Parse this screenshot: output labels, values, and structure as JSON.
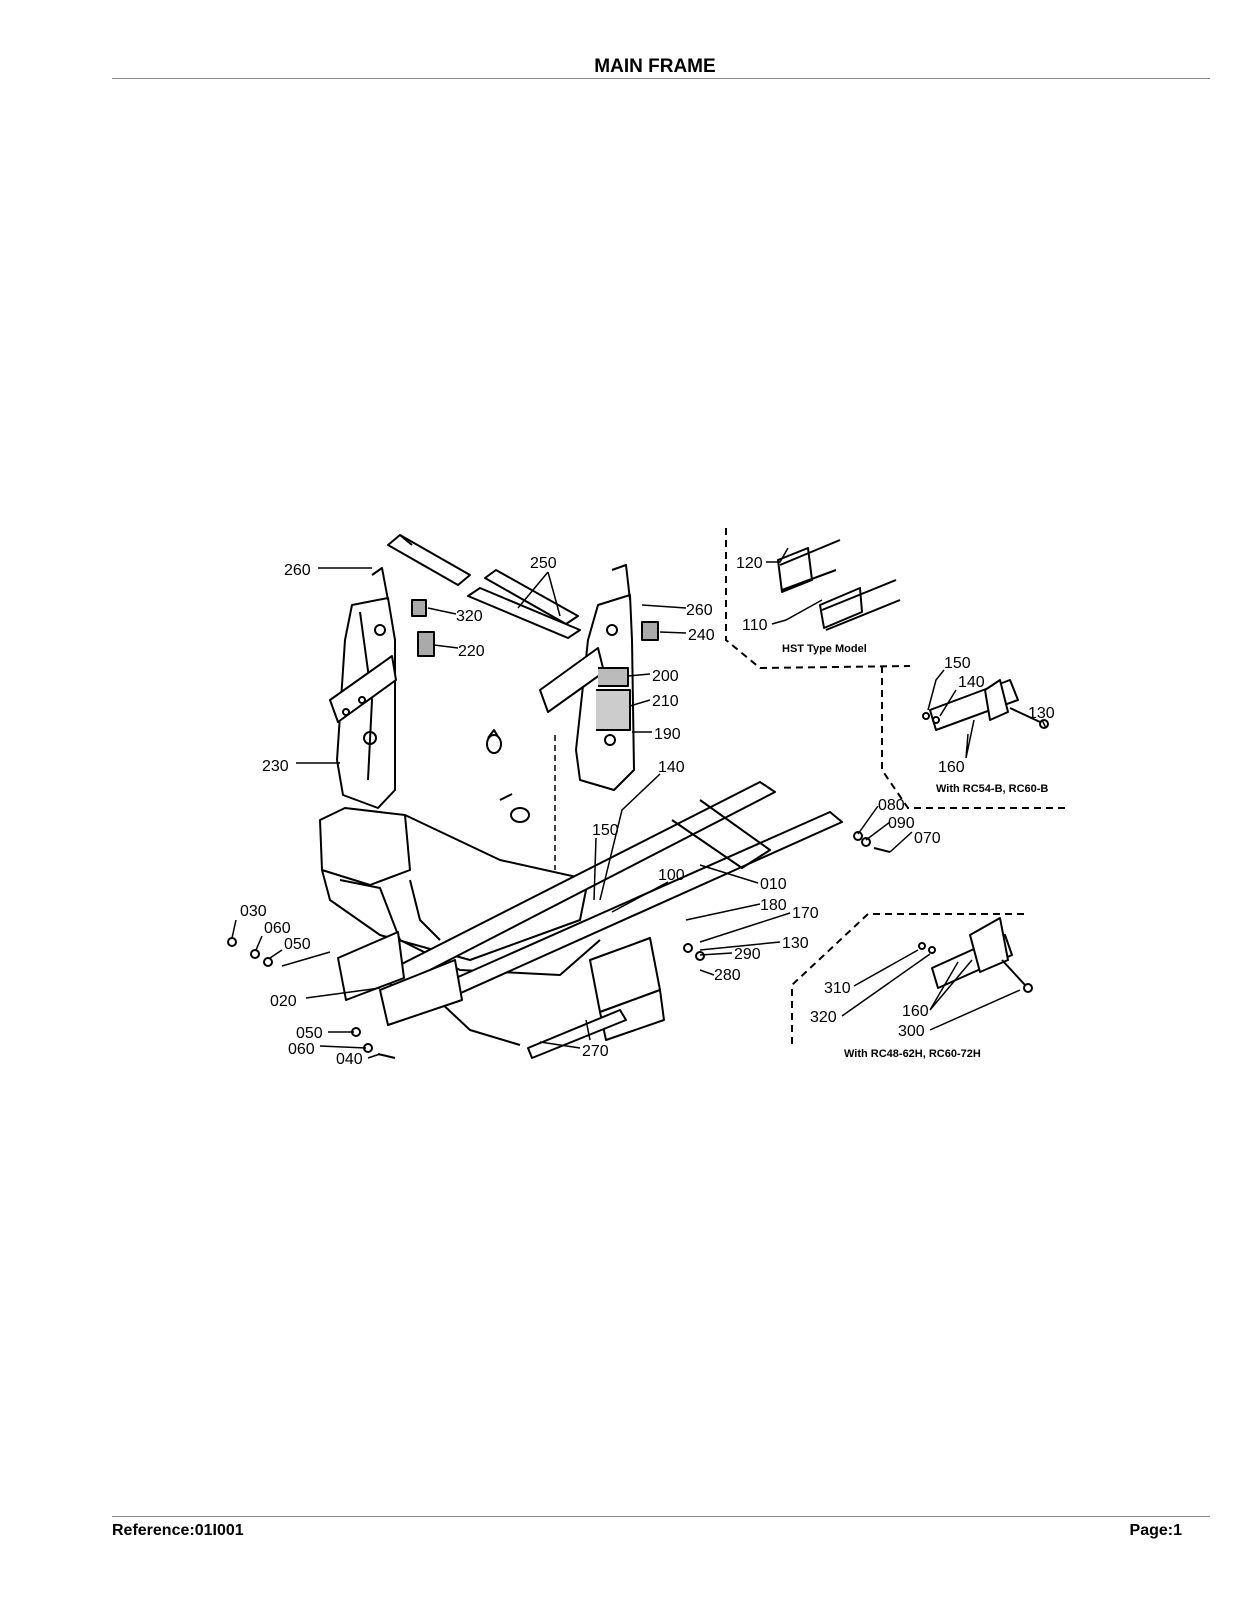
{
  "header": {
    "title": "MAIN FRAME"
  },
  "footer": {
    "reference": "Reference:01I001",
    "page": "Page:1"
  },
  "diagram": {
    "callouts": {
      "c260a": "260",
      "c250": "250",
      "c260b": "260",
      "c320a": "320",
      "c220": "220",
      "c240": "240",
      "c200": "200",
      "c210": "210",
      "c190": "190",
      "c230": "230",
      "c140a": "140",
      "c150a": "150",
      "c100": "100",
      "c010": "010",
      "c080": "080",
      "c090": "090",
      "c070": "070",
      "c180": "180",
      "c170": "170",
      "c130a": "130",
      "c290": "290",
      "c280": "280",
      "c270": "270",
      "c030": "030",
      "c060a": "060",
      "c050a": "050",
      "c020": "020",
      "c050b": "050",
      "c060b": "060",
      "c040": "040",
      "c120": "120",
      "c110": "110",
      "c150b": "150",
      "c140b": "140",
      "c130b": "130",
      "c160a": "160",
      "c310": "310",
      "c320b": "320",
      "c160b": "160",
      "c300": "300"
    },
    "notes": {
      "hst": "HST Type Model",
      "rc54": "With RC54-B, RC60-B",
      "rc48": "With RC48-62H, RC60-72H"
    }
  }
}
